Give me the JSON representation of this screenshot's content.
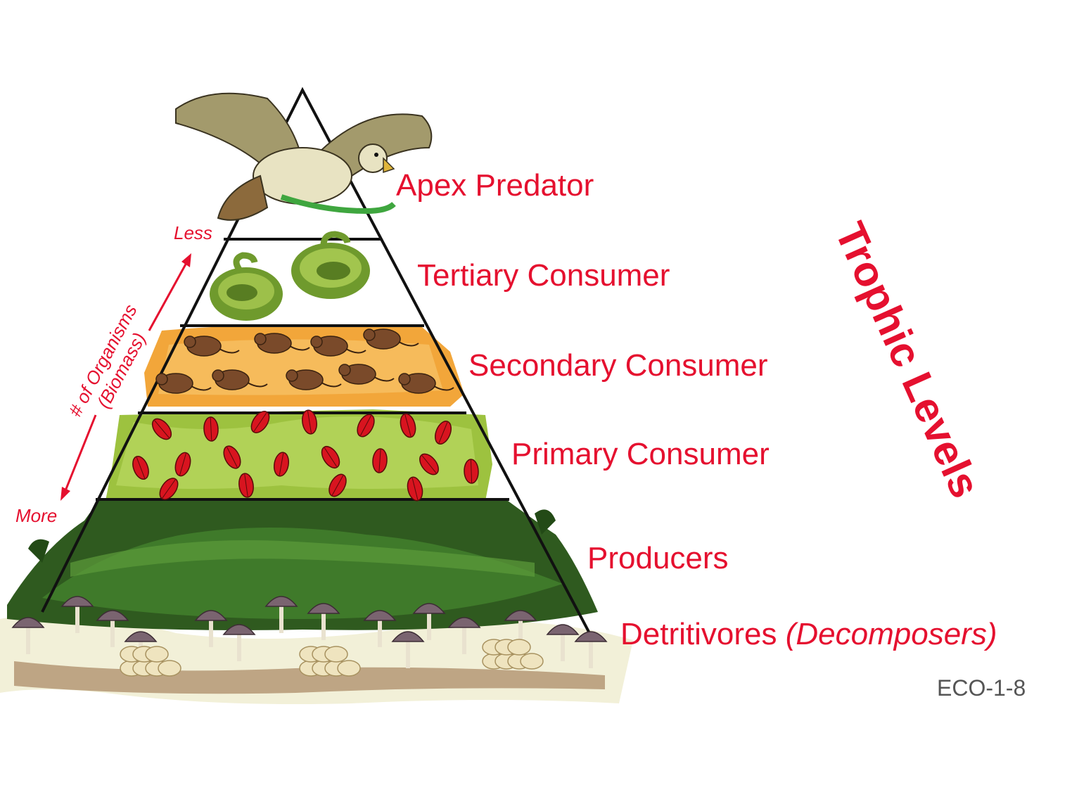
{
  "levels": [
    {
      "label": "Apex Predator"
    },
    {
      "label": "Tertiary Consumer"
    },
    {
      "label": "Secondary Consumer"
    },
    {
      "label": "Primary Consumer"
    },
    {
      "label": "Producers"
    },
    {
      "label": "Detritivores",
      "label_italic": "(Decomposers)"
    }
  ],
  "axis": {
    "less": "Less",
    "more": "More",
    "line1": "# of Organisms",
    "line2": "(Biomass)"
  },
  "side_title": "Trophic Levels",
  "code": "ECO-1-8",
  "colors": {
    "accent": "#e5102f",
    "code_gray": "#555555",
    "mushroom_cap": "#7a6470",
    "grass": "#2f5a1f",
    "leaf": "#9dc23f",
    "straw": "#f2a63a",
    "mouse": "#7a4a2a",
    "snake": "#6f9a2d",
    "beetle": "#d8141f",
    "hawk": "#a39a6c"
  },
  "icons": [
    "hawk-icon",
    "snake-icon",
    "mouse-icon",
    "beetle-icon",
    "grass-icon",
    "mushroom-icon"
  ]
}
